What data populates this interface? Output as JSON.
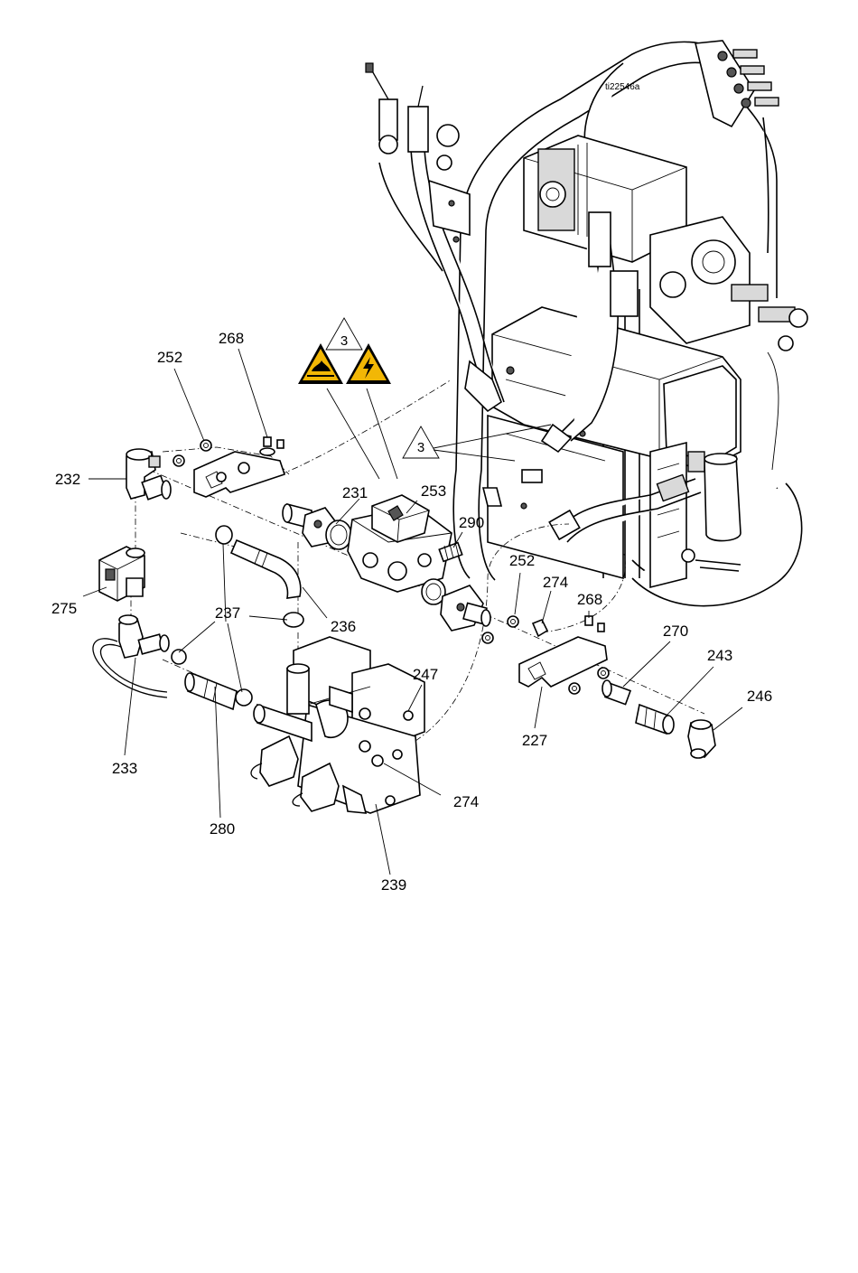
{
  "figure": {
    "reference_code": "ti22546a",
    "warning_symbols": [
      {
        "name": "hot-surface",
        "color": "#f2b705"
      },
      {
        "name": "electric-shock",
        "color": "#f2b705"
      }
    ],
    "notes": [
      {
        "id": "note-top",
        "text": "3"
      },
      {
        "id": "note-mid",
        "text": "3"
      }
    ],
    "callouts": [
      {
        "text": "252"
      },
      {
        "text": "268"
      },
      {
        "text": "232"
      },
      {
        "text": "231"
      },
      {
        "text": "253"
      },
      {
        "text": "290"
      },
      {
        "text": "275"
      },
      {
        "text": "237"
      },
      {
        "text": "236"
      },
      {
        "text": "252"
      },
      {
        "text": "274"
      },
      {
        "text": "268"
      },
      {
        "text": "270"
      },
      {
        "text": "243"
      },
      {
        "text": "246"
      },
      {
        "text": "247"
      },
      {
        "text": "233"
      },
      {
        "text": "227"
      },
      {
        "text": "274"
      },
      {
        "text": "280"
      },
      {
        "text": "239"
      }
    ]
  }
}
